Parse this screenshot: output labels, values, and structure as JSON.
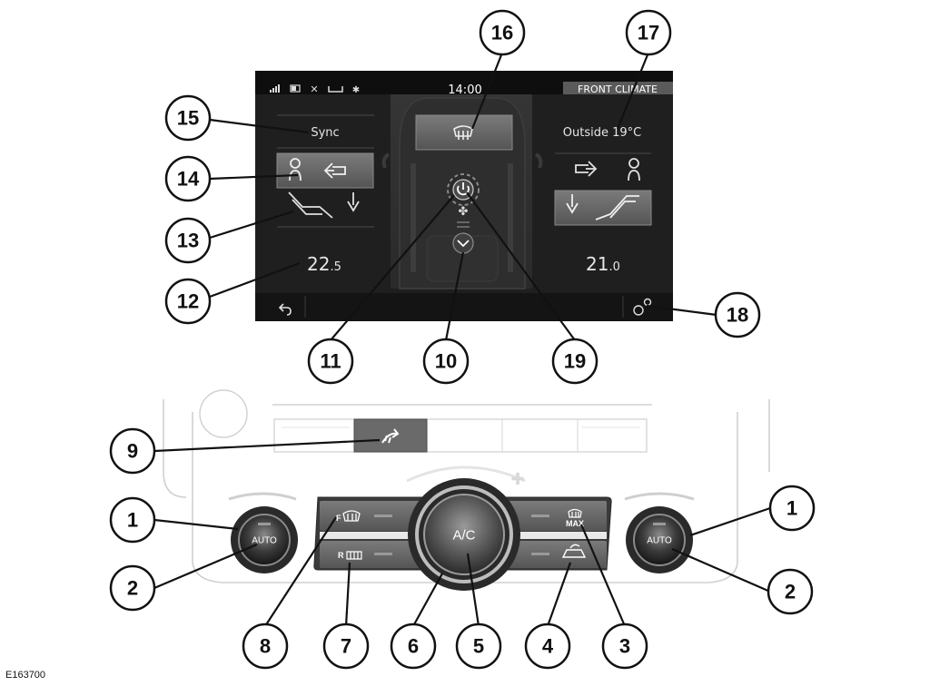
{
  "screen": {
    "status_time": "14:00",
    "title": "FRONT CLIMATE",
    "sync_label": "Sync",
    "outside_temp": "Outside 19°C",
    "left_temp_main": "22",
    "left_temp_decimal": ".5",
    "right_temp_main": "21",
    "right_temp_decimal": ".0"
  },
  "panel": {
    "ac_label": "A/C",
    "auto_left_label": "AUTO",
    "auto_right_label": "AUTO",
    "max_label": "MAX",
    "front_prefix": "F",
    "rear_prefix": "R"
  },
  "callouts": {
    "c1_left": "1",
    "c1_right": "1",
    "c2_left": "2",
    "c2_right": "2",
    "c3": "3",
    "c4": "4",
    "c5": "5",
    "c6": "6",
    "c7": "7",
    "c8": "8",
    "c9": "9",
    "c10": "10",
    "c11": "11",
    "c12": "12",
    "c13": "13",
    "c14": "14",
    "c15": "15",
    "c16": "16",
    "c17": "17",
    "c18": "18",
    "c19": "19"
  },
  "reference_code": "E163700",
  "colors": {
    "screen_bg": "#1e1e1e",
    "screen_button": "#6a6a6a",
    "panel_frame": "#d8d8d8",
    "knob_dark": "#2a2a2a"
  }
}
